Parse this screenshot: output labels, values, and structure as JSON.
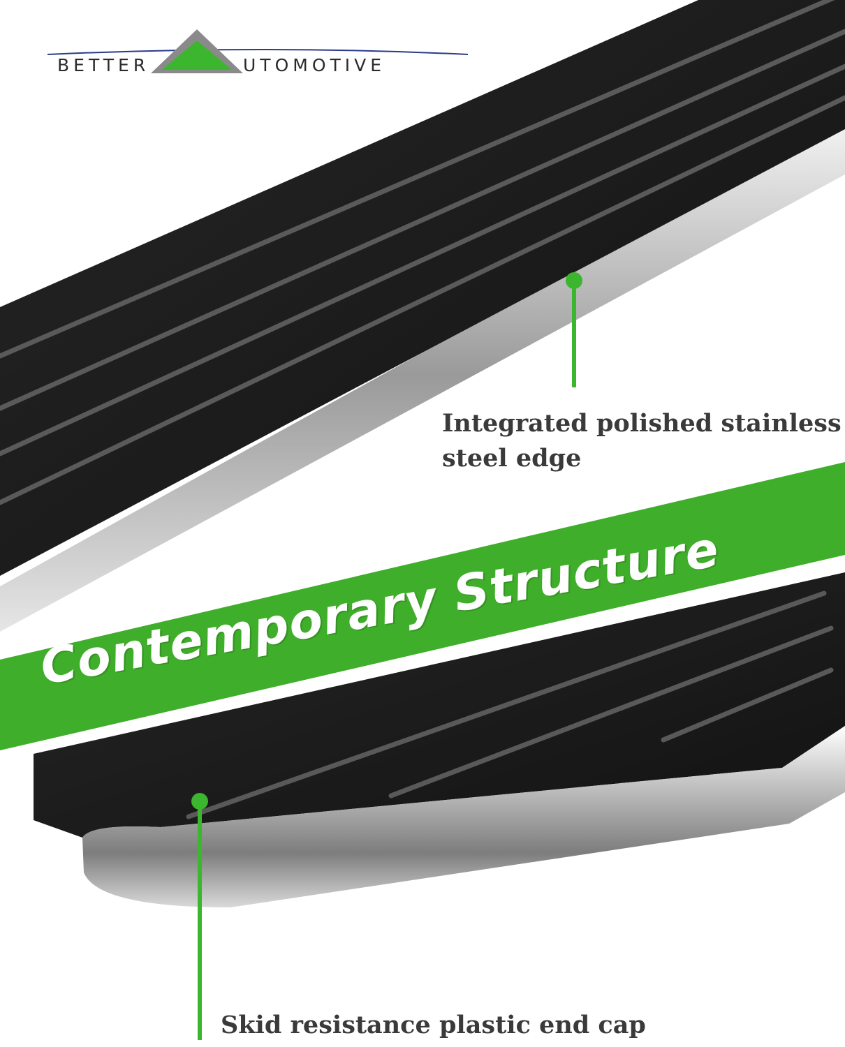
{
  "brand": {
    "name_left": "BETTER",
    "name_right": "UTOMOTIVE",
    "logo_green": "#3cb52f",
    "logo_gray": "#8a8a8a",
    "swoosh_color": "#2a3a8a"
  },
  "banner": {
    "title": "Contemporary Structure",
    "color": "#3fae2a"
  },
  "callouts": {
    "edge_line1": "Integrated polished stainless",
    "edge_line2": "steel edge",
    "end_cap": "Skid resistance plastic end cap",
    "marker_color": "#3cb52f"
  },
  "product": {
    "body_color": "#1a1a1a",
    "trim_color": "#c8c8c8"
  }
}
